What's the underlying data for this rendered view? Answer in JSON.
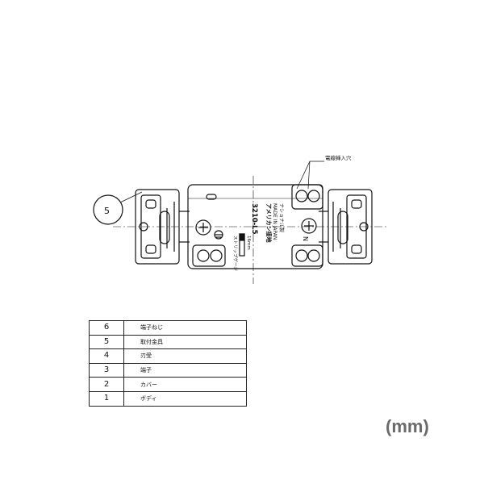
{
  "callout": {
    "number": "5",
    "wire_hole_label": "電線挿入穴"
  },
  "device": {
    "model": "3210-L5",
    "brand_line1": "アメリカン接地",
    "brand_line2": "MADE IN JAPAN",
    "brand_line3": "ナショナル製",
    "strip_gauge": "ストリップゲージ",
    "strip_length": "16mm",
    "neutral_mark": "N"
  },
  "parts": [
    {
      "no": "6",
      "name": "端子ねじ"
    },
    {
      "no": "5",
      "name": "取付金具"
    },
    {
      "no": "4",
      "name": "刃受"
    },
    {
      "no": "3",
      "name": "端子"
    },
    {
      "no": "2",
      "name": "カバー"
    },
    {
      "no": "1",
      "name": "ボディ"
    }
  ],
  "unit": "(mm)"
}
